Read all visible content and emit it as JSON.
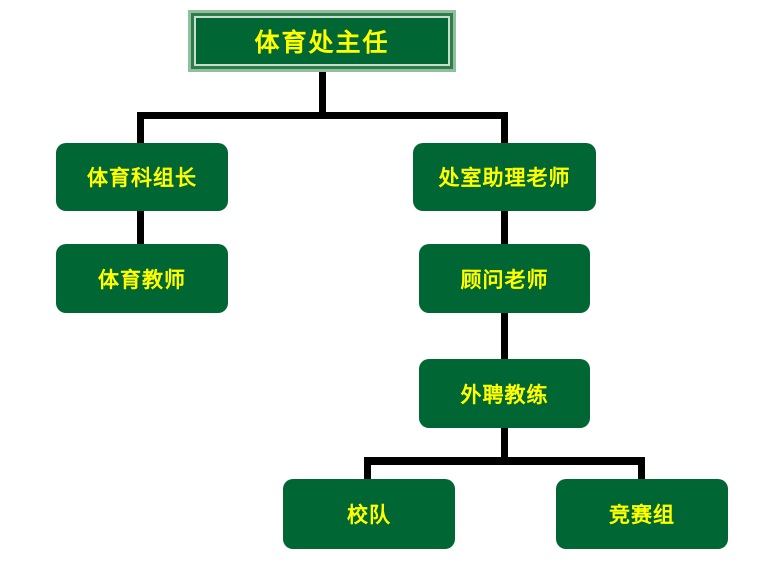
{
  "colors": {
    "box_fill": "#006633",
    "text": "#ffff00",
    "connector": "#000000"
  },
  "nodes": {
    "director": "体育处主任",
    "pe_group_leader": "体育科组长",
    "pe_teacher": "体育教师",
    "office_assistant": "处室助理老师",
    "advisor_teacher": "顾问老师",
    "external_coach": "外聘教练",
    "school_team": "校队",
    "competition_group": "竞赛组"
  }
}
